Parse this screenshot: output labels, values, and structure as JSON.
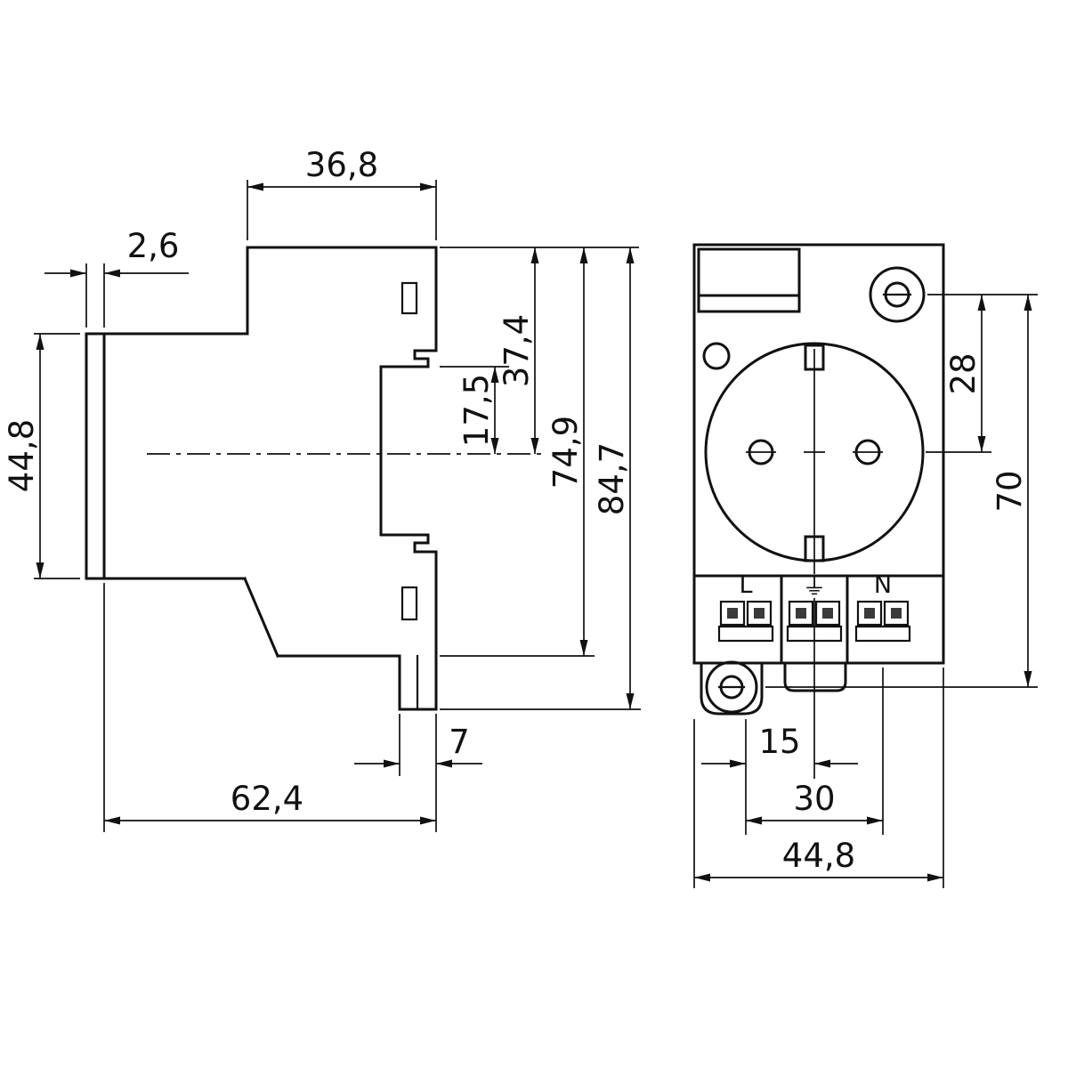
{
  "side_view": {
    "dims": {
      "top_width": "36,8",
      "bezel_offset": "2,6",
      "front_height": "44,8",
      "rail_to_center": "17,5",
      "top_to_center": "37,4",
      "top_to_base": "74,9",
      "overall_height": "84,7",
      "foot_width": "7",
      "overall_depth": "62,4"
    }
  },
  "front_view": {
    "dims": {
      "screw_to_center": "28",
      "screw_spacing": "70",
      "l_to_center": "15",
      "l_to_n": "30",
      "overall_width": "44,8"
    },
    "terminals": {
      "l": "L",
      "pe": "⏚",
      "n": "N"
    }
  },
  "colors": {
    "line": "#111111",
    "background": "#ffffff",
    "terminal_fill": "#3a3a3a"
  }
}
